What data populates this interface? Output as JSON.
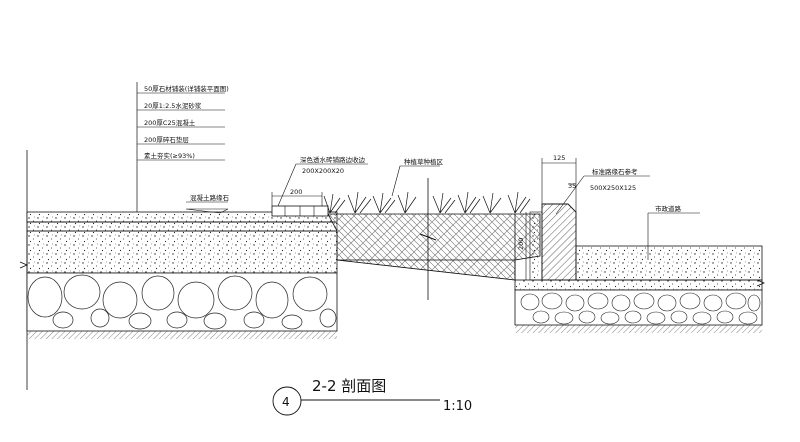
{
  "layer_labels": [
    "50厚石材铺装(详铺装平面图)",
    "20厚1:2.5水泥砂浆",
    "200厚C25混凝土",
    "200厚碎石垫层",
    "素土夯实(≥93%)"
  ],
  "callouts": {
    "curb_left": "混凝土路缘石",
    "pavers_label": "深色透水砖铺路边收边",
    "pavers_size": "200X200X20",
    "planting": "种植草种植区",
    "curb_right": "标准路缘石参考",
    "curb_right_size": "500X250X125",
    "road": "市政道路"
  },
  "dimensions": {
    "paver_width": "200",
    "curb_top": "125",
    "curb_offset": "35",
    "curb_height": "200"
  },
  "title": {
    "number": "4",
    "name": "2-2 剖面图",
    "scale": "1:10"
  }
}
